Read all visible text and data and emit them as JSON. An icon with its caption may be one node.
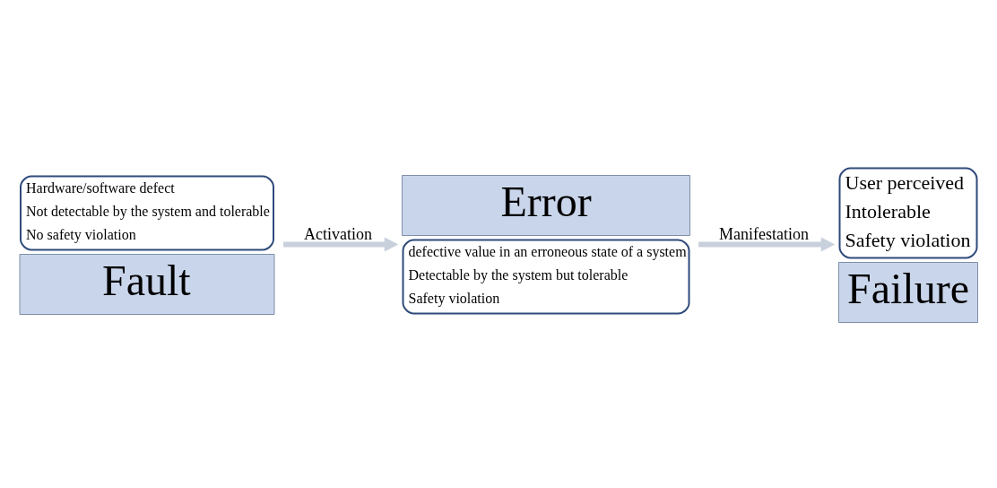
{
  "diagram": {
    "nodes": [
      {
        "text": [
          "Hardware/software defect",
          "Not detectable by the system and tolerable",
          "No safety violation",
          "Fault"
        ]
      },
      {
        "text": [
          "Error",
          "defective value in an erroneous state of a system",
          "Detectable by the system but tolerable",
          "Safety violation"
        ]
      },
      {
        "text": [
          "User perceived",
          "Intolerable",
          "Safety violation",
          "Failure"
        ]
      }
    ],
    "edges": [
      {
        "from": 0,
        "to": 1,
        "arrow": "to",
        "label": "Activation"
      },
      {
        "from": 1,
        "to": 2,
        "arrow": "to",
        "label": "Manifestation"
      }
    ]
  }
}
